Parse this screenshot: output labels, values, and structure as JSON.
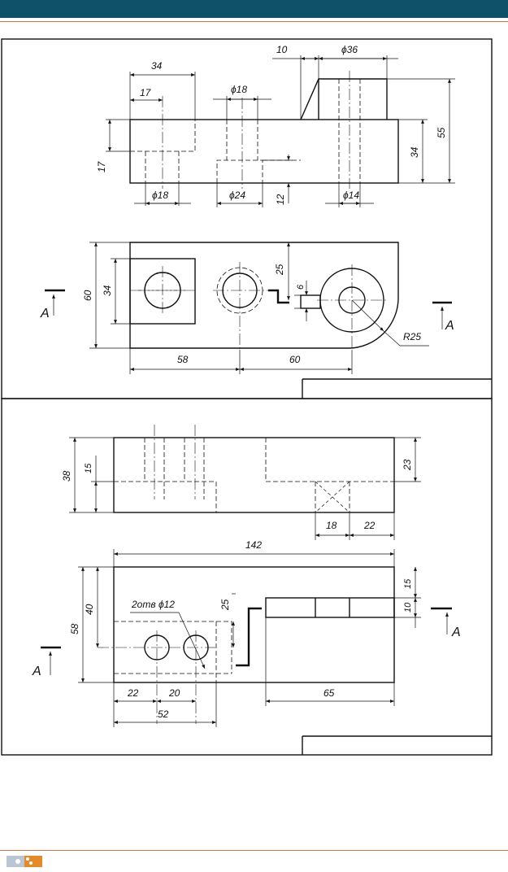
{
  "colors": {
    "header": "#0e5169",
    "accent": "#c87a4a",
    "logo_orange": "#e58a2a"
  },
  "icons": {
    "logo": "publisher-logo-icon"
  },
  "drawing1": {
    "dims": {
      "d34_top": "34",
      "d17_top": "17",
      "phi18_top": "ϕ18",
      "d10": "10",
      "phi36": "ϕ36",
      "d55": "55",
      "d34_right": "34",
      "d17_left": "17",
      "phi18_bottom": "ϕ18",
      "phi24": "ϕ24",
      "d12": "12",
      "phi14": "ϕ14",
      "d60": "60",
      "d34_plan": "34",
      "d25": "25",
      "d6": "6",
      "r25": "R25",
      "d58": "58",
      "d60_bottom": "60"
    },
    "section_left": "A",
    "section_right": "A"
  },
  "drawing2": {
    "dims": {
      "d38": "38",
      "d15_left": "15",
      "d23": "23",
      "d18": "18",
      "d22_front": "22",
      "d142": "142",
      "d58": "58",
      "d40": "40",
      "holes_note": "2отв ϕ12",
      "d25": "25",
      "d15_right": "15",
      "d10": "10",
      "d22_bottom": "22",
      "d20": "20",
      "d52": "52",
      "d65": "65"
    },
    "section_left": "A",
    "section_right": "A"
  }
}
